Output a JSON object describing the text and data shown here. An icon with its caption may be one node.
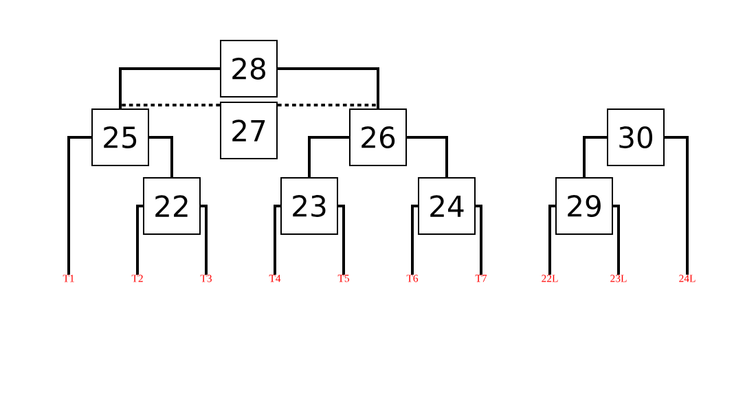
{
  "diagram": {
    "nodes": [
      {
        "text": [
          "28"
        ]
      },
      {
        "text": [
          "25"
        ]
      },
      {
        "text": [
          "27"
        ]
      },
      {
        "text": [
          "26"
        ]
      },
      {
        "text": [
          "30"
        ]
      },
      {
        "text": [
          "22"
        ]
      },
      {
        "text": [
          "23"
        ]
      },
      {
        "text": [
          "24"
        ]
      },
      {
        "text": [
          "29"
        ]
      },
      {
        "text": [
          "T1"
        ]
      },
      {
        "text": [
          "T2"
        ]
      },
      {
        "text": [
          "T3"
        ]
      },
      {
        "text": [
          "T4"
        ]
      },
      {
        "text": [
          "T5"
        ]
      },
      {
        "text": [
          "T6"
        ]
      },
      {
        "text": [
          "T7"
        ]
      },
      {
        "text": [
          "22L"
        ]
      },
      {
        "text": [
          "23L"
        ]
      },
      {
        "text": [
          "24L"
        ]
      }
    ],
    "edges": [
      {
        "from": 0,
        "to": 1,
        "arrow": "none"
      },
      {
        "from": 0,
        "to": 3,
        "arrow": "none"
      },
      {
        "from": 2,
        "to": 1,
        "arrow": "none",
        "style": "dashed"
      },
      {
        "from": 2,
        "to": 3,
        "arrow": "none",
        "style": "dashed"
      },
      {
        "from": 1,
        "to": 9,
        "arrow": "none"
      },
      {
        "from": 1,
        "to": 5,
        "arrow": "none"
      },
      {
        "from": 5,
        "to": 10,
        "arrow": "none"
      },
      {
        "from": 5,
        "to": 11,
        "arrow": "none"
      },
      {
        "from": 3,
        "to": 6,
        "arrow": "none"
      },
      {
        "from": 3,
        "to": 7,
        "arrow": "none"
      },
      {
        "from": 6,
        "to": 12,
        "arrow": "none"
      },
      {
        "from": 6,
        "to": 13,
        "arrow": "none"
      },
      {
        "from": 7,
        "to": 14,
        "arrow": "none"
      },
      {
        "from": 7,
        "to": 15,
        "arrow": "none"
      },
      {
        "from": 4,
        "to": 8,
        "arrow": "none"
      },
      {
        "from": 4,
        "to": 18,
        "arrow": "none"
      },
      {
        "from": 8,
        "to": 16,
        "arrow": "none"
      },
      {
        "from": 8,
        "to": 17,
        "arrow": "none"
      }
    ]
  }
}
